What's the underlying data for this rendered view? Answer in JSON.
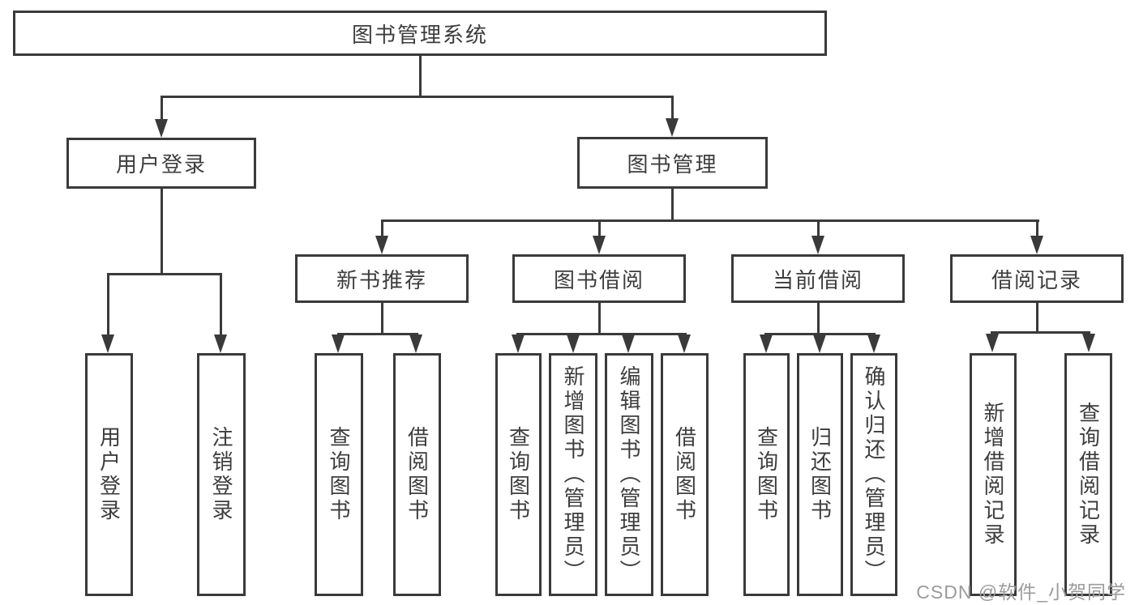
{
  "diagram": {
    "root": "图书管理系统",
    "branches": [
      {
        "label": "用户登录",
        "leaves": [
          "用户登录",
          "注销登录"
        ]
      },
      {
        "label": "图书管理",
        "groups": [
          {
            "label": "新书推荐",
            "leaves": [
              "查询图书",
              "借阅图书"
            ]
          },
          {
            "label": "图书借阅",
            "leaves": [
              "查询图书",
              "新增图书（管理员）",
              "编辑图书（管理员）",
              "借阅图书"
            ]
          },
          {
            "label": "当前借阅",
            "leaves": [
              "查询图书",
              "归还图书",
              "确认归还（管理员）"
            ]
          },
          {
            "label": "借阅记录",
            "leaves": [
              "新增借阅记录",
              "查询借阅记录"
            ]
          }
        ]
      }
    ]
  },
  "watermark": "CSDN @软件_小贺同学",
  "colors": {
    "line": "#3a3a3a",
    "text": "#3d3d3d",
    "watermark": "#9b9b9b",
    "background": "#ffffff"
  }
}
